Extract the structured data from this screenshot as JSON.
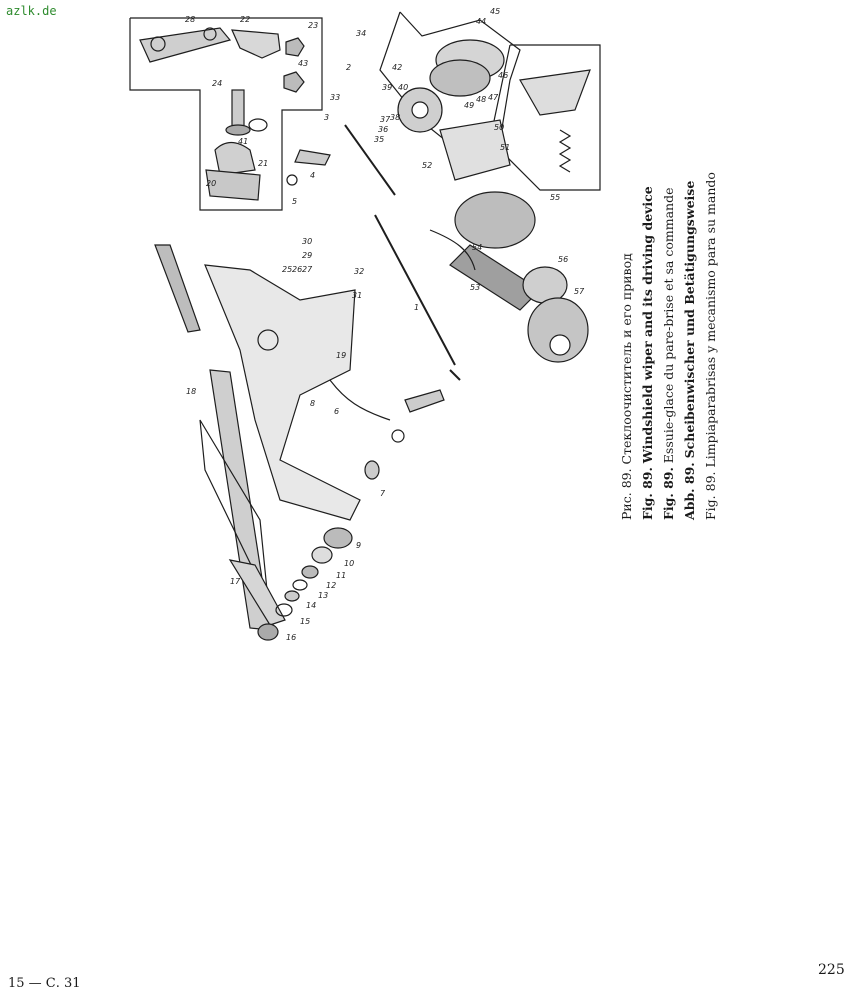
{
  "watermark": "azlk.de",
  "caption": {
    "lines": [
      {
        "prefix": "Рис. 89.",
        "text": "Стеклоочиститель и его привод"
      },
      {
        "prefix": "Fig. 89.",
        "text": "Windshield wiper and its driving device"
      },
      {
        "prefix": "Fig. 89.",
        "text": "Essuie-glace du pare-brise et sa commande"
      },
      {
        "prefix": "Abb. 89.",
        "text": "Scheibenwischer und Betätigungsweise"
      },
      {
        "prefix": "Fig. 89.",
        "text": "Limpiaparabrisas y mecanismo para su mando"
      }
    ]
  },
  "footer": {
    "left": "15 — С. 31",
    "page_number": "225"
  },
  "callouts": [
    "28",
    "22",
    "23",
    "43",
    "24",
    "41",
    "21",
    "20",
    "34",
    "2",
    "42",
    "44",
    "45",
    "46",
    "47",
    "48",
    "49",
    "33",
    "39",
    "40",
    "37",
    "38",
    "35",
    "36",
    "50",
    "51",
    "52",
    "3",
    "4",
    "5",
    "30",
    "29",
    "25",
    "26",
    "27",
    "32",
    "31",
    "55",
    "56",
    "57",
    "53",
    "54",
    "1",
    "18",
    "19",
    "8",
    "6",
    "7",
    "9",
    "10",
    "11",
    "12",
    "13",
    "14",
    "15",
    "16",
    "17"
  ]
}
